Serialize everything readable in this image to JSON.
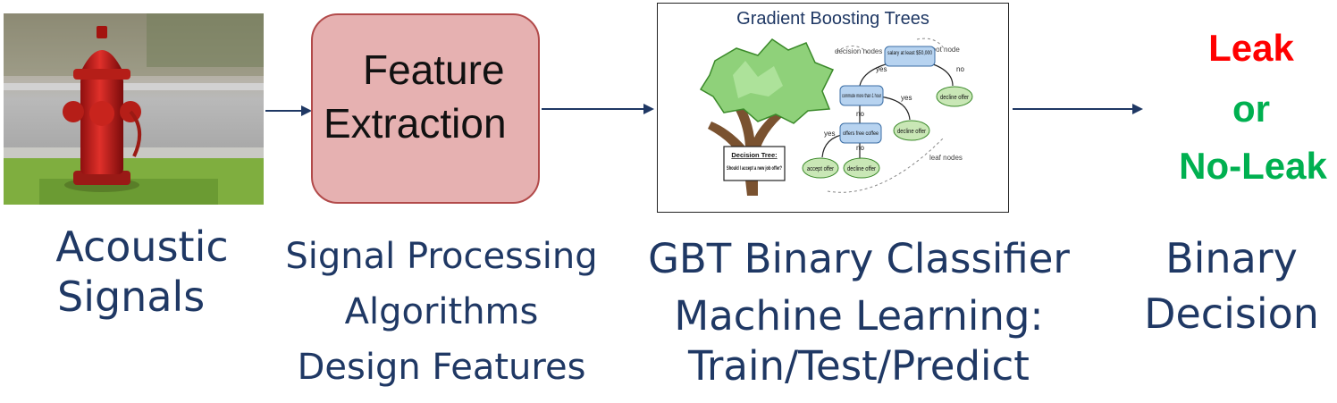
{
  "input_stage": {
    "caption_line1": "Acoustic",
    "caption_line2": "Signals"
  },
  "feature_stage": {
    "box_line1": "Feature",
    "box_line2": "Extraction",
    "caption_line1": "Signal Processing",
    "caption_line2": "Algorithms",
    "caption_line3": "Design Features"
  },
  "model_stage": {
    "panel_title": "Gradient Boosting Trees",
    "tree_labels": {
      "decision_nodes": "decision nodes",
      "root_node": "root node",
      "leaf_nodes": "leaf nodes",
      "root": "salary at least $50,000",
      "commute": "commute more than 1 hour",
      "coffee": "offers free coffee",
      "decline_top": "decline offer",
      "decline_mid": "decline offer",
      "decline_bottom": "decline offer",
      "accept": "accept offer",
      "yes1": "yes",
      "no1": "no",
      "yes2": "yes",
      "no2": "no",
      "yes3": "yes",
      "no3": "no",
      "sign_title": "Decision Tree:",
      "sign_text": "Should I accept a new job offer?"
    },
    "caption_line1": "GBT Binary Classifier",
    "caption_line2": "Machine Learning:",
    "caption_line3": "Train/Test/Predict"
  },
  "output_stage": {
    "leak": "Leak",
    "or": "or",
    "no_leak": "No-Leak",
    "caption_line1": "Binary",
    "caption_line2": "Decision"
  },
  "colors": {
    "caption": "#1f3864",
    "leak": "#ff0000",
    "ok": "#00b050",
    "arrow": "#1f3864",
    "feature_fill": "#e6b1b1",
    "feature_border": "#b24a4a"
  }
}
